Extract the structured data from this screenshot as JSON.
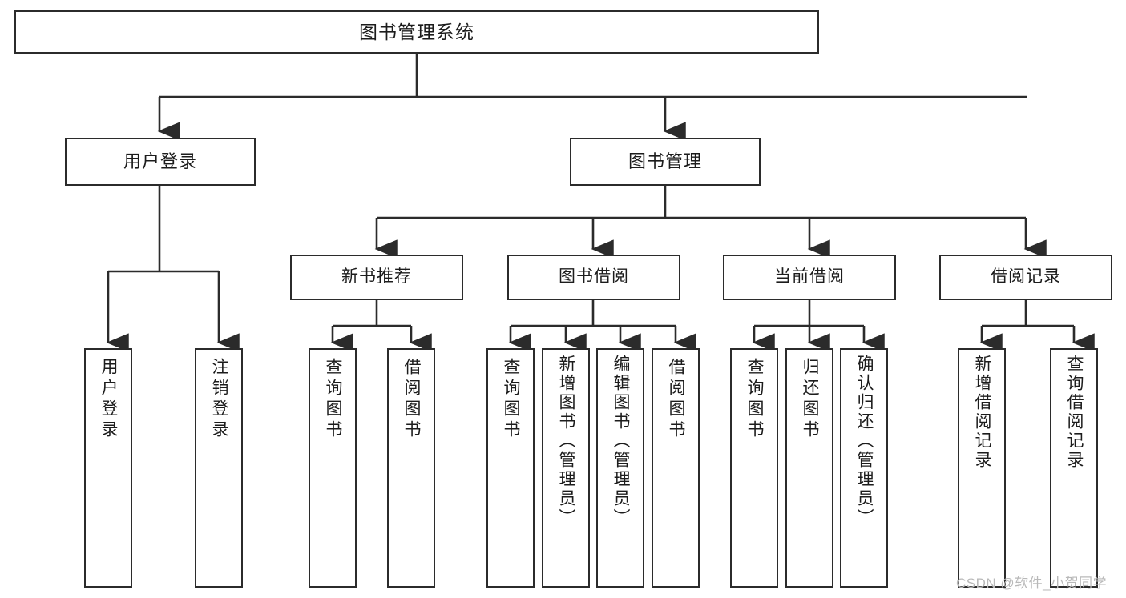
{
  "diagram": {
    "title": "图书管理系统",
    "type": "functional-structure-tree",
    "root": {
      "label": "图书管理系统"
    },
    "level2": [
      {
        "label": "用户登录"
      },
      {
        "label": "图书管理"
      }
    ],
    "level3": [
      {
        "label": "新书推荐"
      },
      {
        "label": "图书借阅"
      },
      {
        "label": "当前借阅"
      },
      {
        "label": "借阅记录"
      }
    ],
    "leaves": {
      "user_login": [
        {
          "label": "用户登录"
        },
        {
          "label": "注销登录"
        }
      ],
      "new_book_recommend": [
        {
          "label": "查询图书"
        },
        {
          "label": "借阅图书"
        }
      ],
      "book_borrow": [
        {
          "label": "查询图书"
        },
        {
          "label": "新增图书（管理员）"
        },
        {
          "label": "编辑图书（管理员）"
        },
        {
          "label": "借阅图书"
        }
      ],
      "current_borrow": [
        {
          "label": "查询图书"
        },
        {
          "label": "归还图书"
        },
        {
          "label": "确认归还（管理员）"
        }
      ],
      "borrow_records": [
        {
          "label": "新增借阅记录"
        },
        {
          "label": "查询借阅记录"
        }
      ]
    }
  },
  "watermark": {
    "text": "CSDN @软件_小贺同学"
  },
  "colors": {
    "stroke": "#2b2b2b",
    "background": "#ffffff",
    "text": "#1c1c1c",
    "watermark": "#b9b9b9"
  }
}
